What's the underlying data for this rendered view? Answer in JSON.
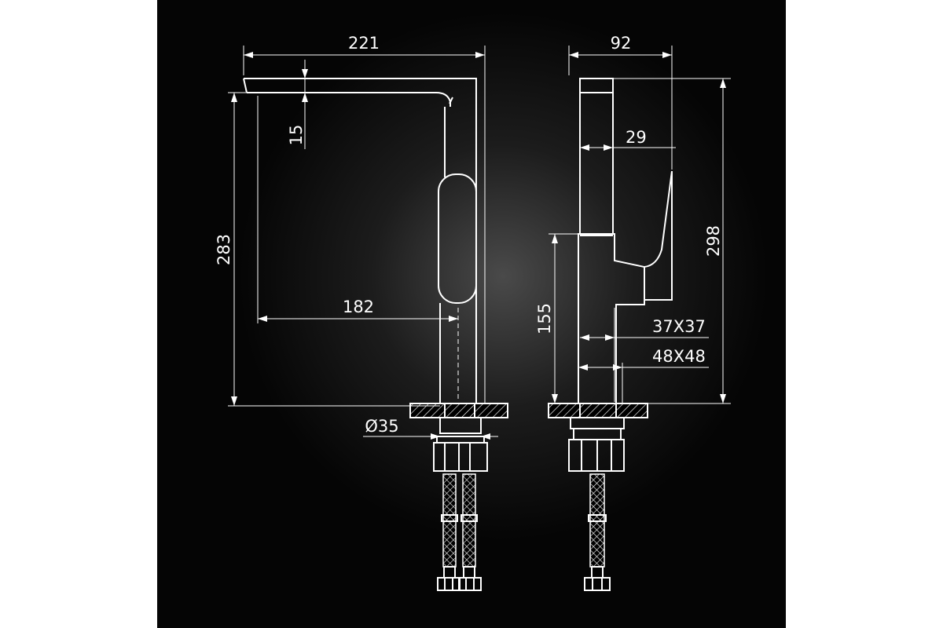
{
  "dimensions": {
    "width_total": "221",
    "spout_drop": "15",
    "height_spout": "283",
    "reach": "182",
    "base_diameter": "Ø35",
    "depth": "92",
    "handle_offset": "29",
    "height_total": "298",
    "body_height": "155",
    "body_section_small": "37X37",
    "body_section_large": "48X48"
  },
  "colors": {
    "background": "#000000",
    "page": "#ffffff",
    "drawing": "#ffffff"
  }
}
